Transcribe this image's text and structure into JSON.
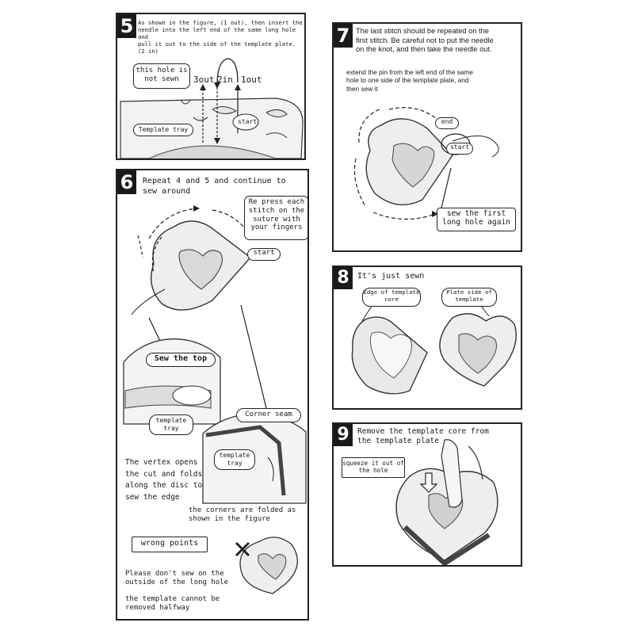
{
  "step5": {
    "number": "5",
    "instruction": "As shown in the figure, (1 out), then insert the\nneedle into the left end of the same long hole and\npull it out to the side of the template plate. (2 in)",
    "hole_note": "this hole is\nnot sewn",
    "label_3out": "3out",
    "label_2in": "2in",
    "label_1out": "1out",
    "start_label": "start",
    "tray_label": "Template tray"
  },
  "step6": {
    "number": "6",
    "instruction": "Repeat 4 and 5 and continue to\nsew around",
    "press_note": "Re press each\nstitch on the\nsuture with\nyour fingers",
    "start_label": "start",
    "sew_top_label": "Sew the top",
    "tray_label_1": "template\ntray",
    "corner_label": "Corner seam",
    "tray_label_2": "template\ntray",
    "vertex_note": "The vertex opens\nthe cut and folds\nalong the disc to\nsew the edge",
    "corners_note": "the corners are folded as\nshown in the figure",
    "wrong_title": "wrong points",
    "wrong_note_1": "Please don't sew on the\noutside of the long hole",
    "wrong_note_2": "the template cannot be\nremoved halfway"
  },
  "step7": {
    "number": "7",
    "instruction": "The last stitch should be repeated on the\nfirst stitch. Be careful not to put the needle\non the knot, and then take the needle out.",
    "extend_note": "extend the pin from the left end of the same\nhole to one side of the template plate, and\nthen sew it",
    "end_label": "end",
    "start_label": "start",
    "sew_first_label": "sew the first\nlong hole again"
  },
  "step8": {
    "number": "8",
    "instruction": "It's just sewn",
    "core_label": "Edge of template\ncore",
    "plate_label": "Plate side of\ntemplate"
  },
  "step9": {
    "number": "9",
    "instruction": "Remove the template core from\nthe template plate",
    "squeeze_label": "squeeze it out\nof the hole"
  }
}
